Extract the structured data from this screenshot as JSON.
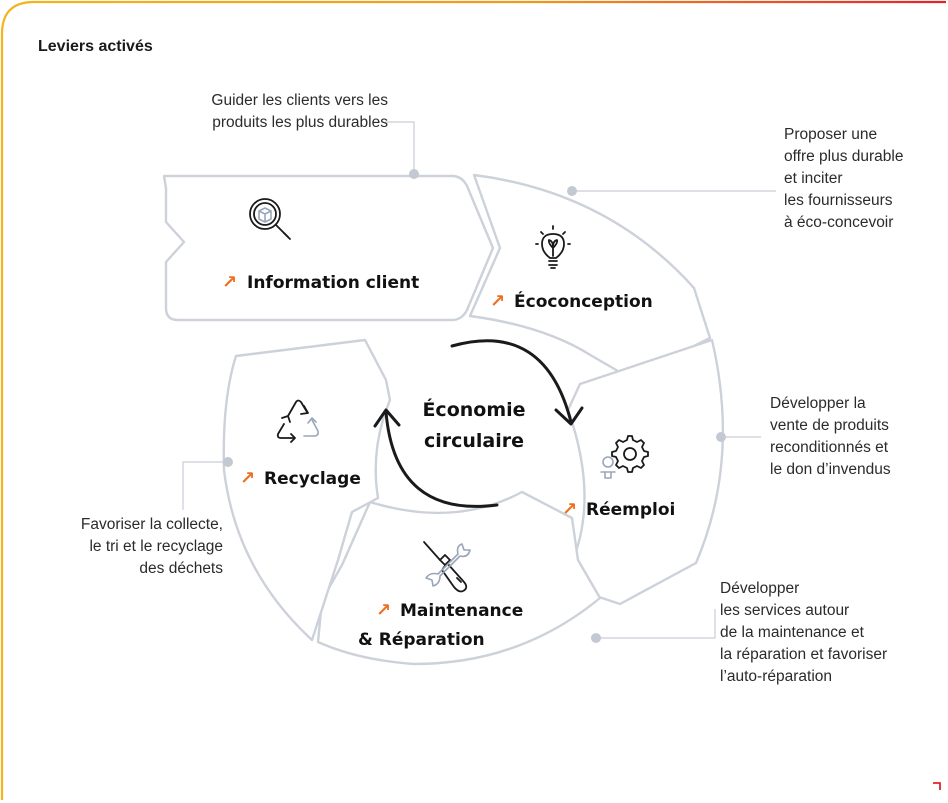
{
  "title": "Leviers activés",
  "center": {
    "line1": "Économie",
    "line2": "circulaire"
  },
  "segments": {
    "information": {
      "label": "Information client",
      "icon": "magnifier-box-icon"
    },
    "ecoconception": {
      "label": "Écoconception",
      "icon": "lightbulb-plant-icon"
    },
    "reemploi": {
      "label": "Réemploi",
      "icon": "gear-person-icon"
    },
    "maintenance": {
      "label_line1": "Maintenance",
      "label_line2": "& Réparation",
      "icon": "wrench-screwdriver-icon"
    },
    "recyclage": {
      "label": "Recyclage",
      "icon": "recycle-icon"
    }
  },
  "arrow_glyph": "↗",
  "descriptions": {
    "information": [
      "Guider les clients vers les",
      "produits les plus durables"
    ],
    "ecoconception": [
      "Proposer une",
      "offre plus durable",
      "et inciter",
      "les fournisseurs",
      "à éco-concevoir"
    ],
    "reemploi": [
      "Développer la",
      "vente de produits",
      "reconditionnés et",
      "le don d’invendus"
    ],
    "maintenance": [
      "Développer",
      "les services autour",
      "de la maintenance et",
      "la réparation et favoriser",
      "l’auto-réparation"
    ],
    "recyclage": [
      "Favoriser la collecte,",
      "le tri et le recyclage",
      "des déchets"
    ]
  },
  "colors": {
    "frame_start": "#f2b51d",
    "frame_end": "#e2232b",
    "arrow_accent": "#ee6f1e",
    "segment_stroke": "#ccd1da"
  }
}
